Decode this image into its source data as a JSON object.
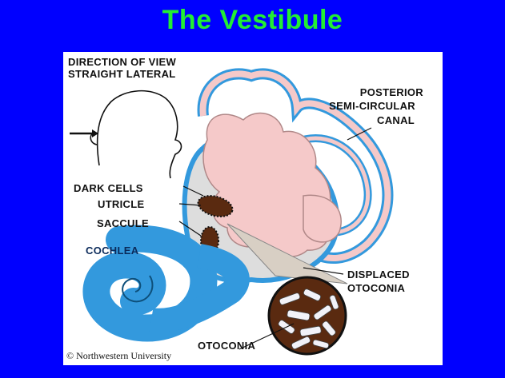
{
  "slide": {
    "title": "The Vestibule"
  },
  "figure": {
    "labels": {
      "direction_line1": "DIRECTION OF VIEW",
      "direction_line2": "STRAIGHT LATERAL",
      "posterior_line1": "POSTERIOR",
      "posterior_line2": "SEMI-CIRCULAR",
      "posterior_line3": "CANAL",
      "dark_cells": "DARK CELLS",
      "utricle": "UTRICLE",
      "saccule": "SACCULE",
      "cochlea": "COCHLEA",
      "displaced_line1": "DISPLACED",
      "displaced_line2": "OTOCONIA",
      "otoconia": "OTOCONIA"
    },
    "credit": "© Northwestern University"
  },
  "colors": {
    "background": "#0000ff",
    "title": "#22ee33",
    "membranous": "#f5c9c9",
    "canal_blue": "#3399dd",
    "dark_cells": "#5a2a10"
  }
}
